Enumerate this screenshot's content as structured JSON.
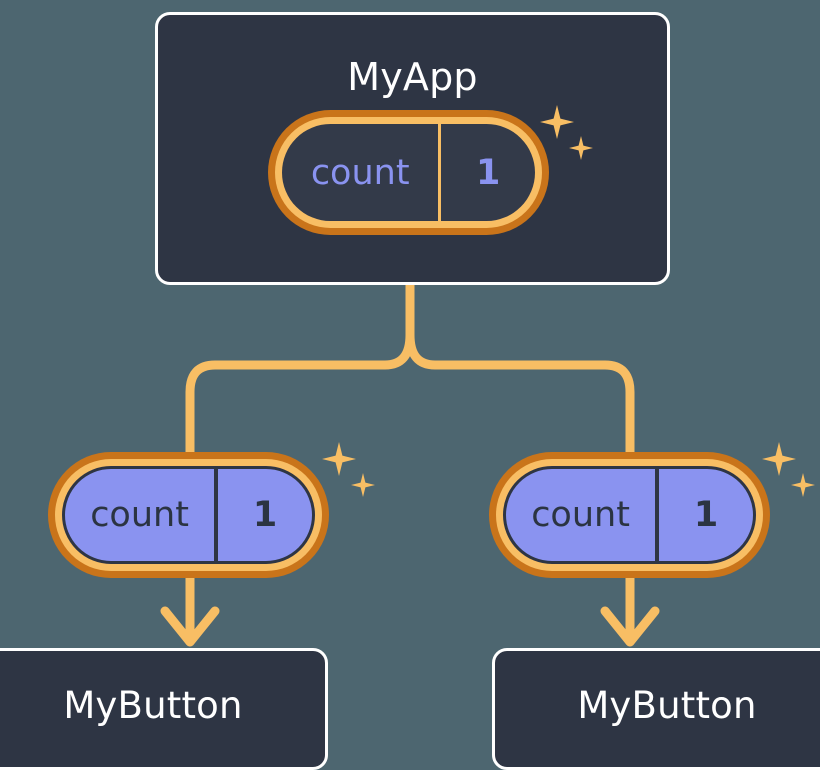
{
  "diagram": {
    "title_visible": false,
    "background_color": "#4d6670",
    "accent_orange": "#f8be64",
    "accent_orange_dark": "#c9741a",
    "accent_purple": "#8a93f0",
    "card_bg": "#2e3544",
    "card_border": "#ffffff"
  },
  "root": {
    "name": "MyApp",
    "state": {
      "key": "count",
      "value": "1"
    },
    "sparkle": {
      "large": "sparkle-icon",
      "small": "sparkle-small-icon"
    }
  },
  "children": [
    {
      "name": "MyButton",
      "state": {
        "key": "count",
        "value": "1"
      },
      "sparkle": {
        "large": "sparkle-icon",
        "small": "sparkle-small-icon"
      }
    },
    {
      "name": "MyButton",
      "state": {
        "key": "count",
        "value": "1"
      },
      "sparkle": {
        "large": "sparkle-icon",
        "small": "sparkle-small-icon"
      }
    }
  ],
  "connectors": {
    "tree_line_color": "#f8be64",
    "arrow_color": "#f8be64",
    "description": "MyApp branches to two count pills, each arrowing down into a MyButton"
  }
}
